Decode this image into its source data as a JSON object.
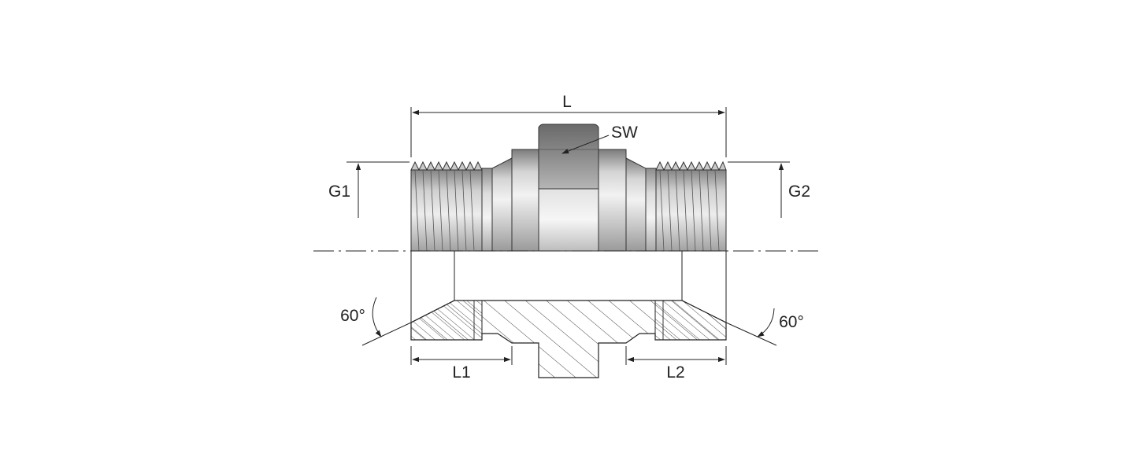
{
  "labels": {
    "overall_length": "L",
    "wrench_size": "SW",
    "thread_left": "G1",
    "thread_right": "G2",
    "angle_left": "60°",
    "angle_right": "60°",
    "length_left": "L1",
    "length_right": "L2"
  },
  "colors": {
    "background": "#ffffff",
    "line": "#222222",
    "hatch": "#444444"
  }
}
